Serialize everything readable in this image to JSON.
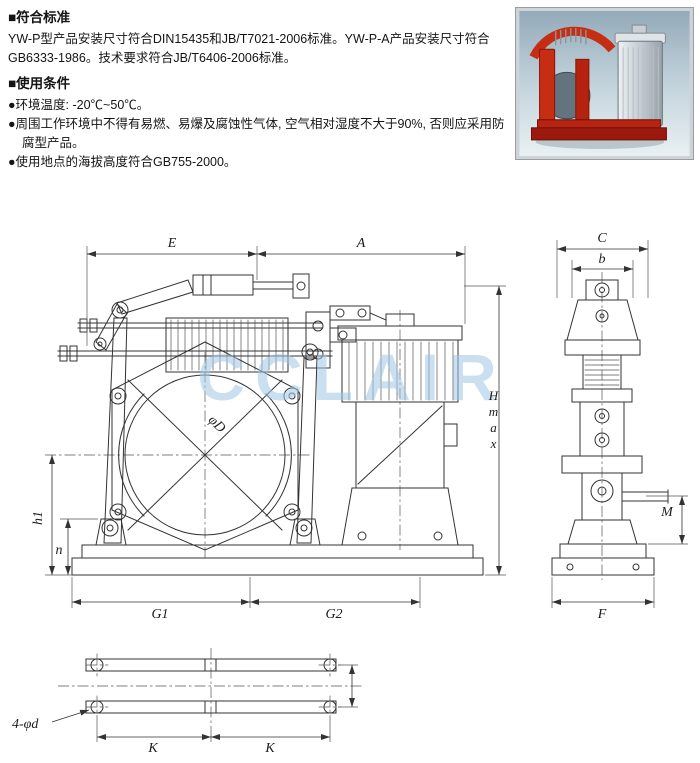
{
  "standards": {
    "heading": "■符合标准",
    "body": "YW-P型产品安装尺寸符合DIN15435和JB/T7021-2006标准。YW-P-A产品安装尺寸符合GB6333-1986。技术要求符合JB/T6406-2006标准。"
  },
  "conditions": {
    "heading": "■使用条件",
    "items": [
      "●环境温度: -20℃~50℃。",
      "●周围工作环境中不得有易燃、易爆及腐蚀性气体, 空气相对湿度不大于90%, 否则应采用防腐型产品。",
      "●使用地点的海拔高度符合GB755-2000。"
    ]
  },
  "drawing": {
    "watermark": "CCLAIR",
    "labels": {
      "E": "E",
      "A": "A",
      "C": "C",
      "b": "b",
      "Hmax": "Hmax",
      "phiD": "φD",
      "h1": "h1",
      "n": "n",
      "G1": "G1",
      "G2": "G2",
      "F": "F",
      "M": "M",
      "K1": "K",
      "K2": "K",
      "holes": "4-φd"
    }
  }
}
